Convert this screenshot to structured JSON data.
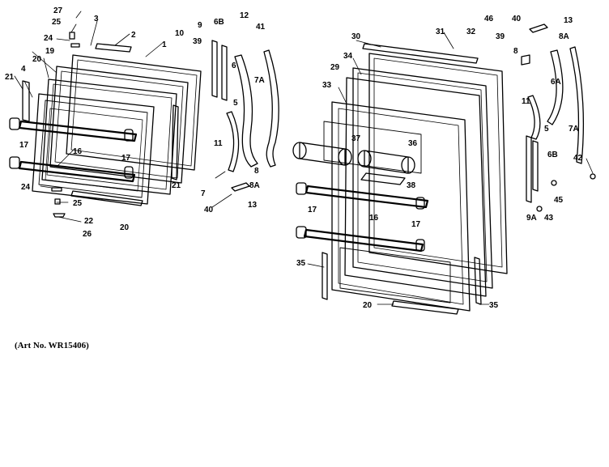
{
  "figure": {
    "art_number": "(Art No. WR15406)"
  },
  "left_door": {
    "callouts": [
      "27",
      "25",
      "3",
      "2",
      "1",
      "10",
      "39",
      "9",
      "6B",
      "12",
      "41",
      "24",
      "19",
      "20",
      "4",
      "21",
      "6",
      "7A",
      "5",
      "11",
      "16",
      "17",
      "17",
      "21",
      "24",
      "25",
      "22",
      "26",
      "20",
      "7",
      "8",
      "8A",
      "40",
      "13"
    ]
  },
  "right_door": {
    "callouts": [
      "46",
      "40",
      "13",
      "30",
      "31",
      "32",
      "39",
      "8A",
      "8",
      "34",
      "29",
      "6A",
      "33",
      "37",
      "36",
      "11",
      "5",
      "7A",
      "6B",
      "42",
      "45",
      "43",
      "9A",
      "38",
      "16",
      "17",
      "17",
      "35",
      "20",
      "35"
    ]
  },
  "colors": {
    "ink": "#000000",
    "paper": "#ffffff"
  }
}
